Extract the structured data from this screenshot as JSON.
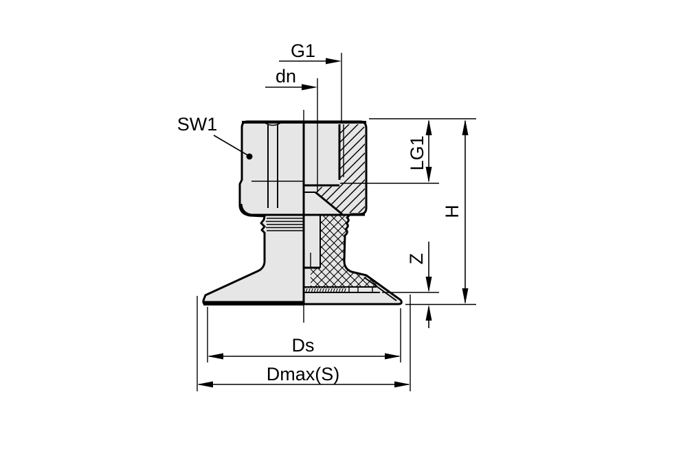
{
  "drawing": {
    "kind": "suction-cup-half-section-technical-drawing",
    "labels": {
      "g1": "G1",
      "dn": "dn",
      "sw1": "SW1",
      "lg1": "LG1",
      "h": "H",
      "z": "Z",
      "ds": "Ds",
      "dmax_s": "Dmax(S)"
    },
    "colors": {
      "background": "#ffffff",
      "part_fill": "#e6e6e6",
      "line": "#000000"
    }
  }
}
